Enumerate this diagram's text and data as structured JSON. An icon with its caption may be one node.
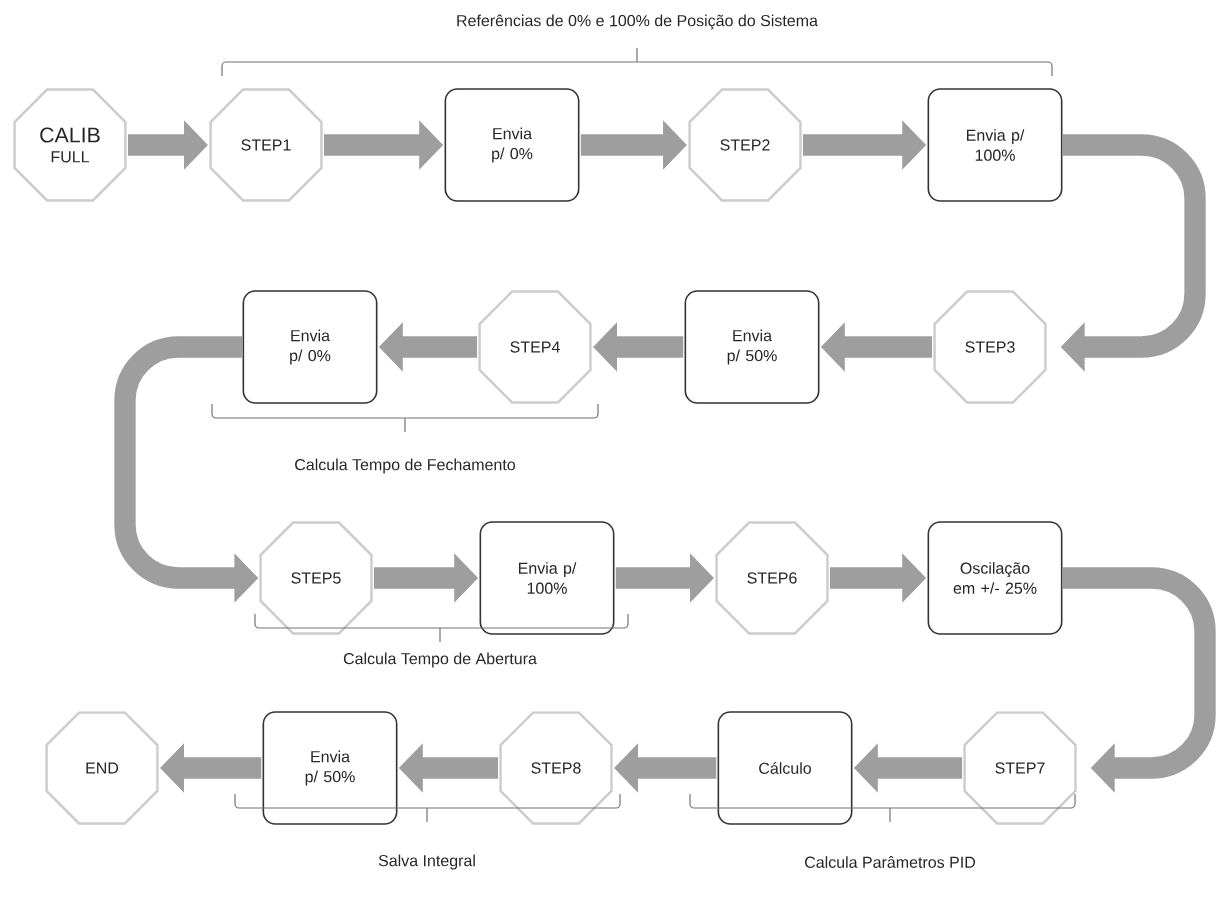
{
  "diagram": {
    "nodes": [
      {
        "text": [
          "CALIB",
          "FULL"
        ]
      },
      {
        "text": [
          "STEP1"
        ]
      },
      {
        "text": [
          "Envia p/ 0%"
        ]
      },
      {
        "text": [
          "STEP2"
        ]
      },
      {
        "text": [
          "Envia p/ 100%"
        ]
      },
      {
        "text": [
          "STEP3"
        ]
      },
      {
        "text": [
          "Envia p/ 50%"
        ]
      },
      {
        "text": [
          "STEP4"
        ]
      },
      {
        "text": [
          "Envia p/ 0%"
        ]
      },
      {
        "text": [
          "STEP5"
        ]
      },
      {
        "text": [
          "Envia p/ 100%"
        ]
      },
      {
        "text": [
          "STEP6"
        ]
      },
      {
        "text": [
          "Oscilação em +/- 25%"
        ]
      },
      {
        "text": [
          "STEP7"
        ]
      },
      {
        "text": [
          "Cálculo"
        ]
      },
      {
        "text": [
          "STEP8"
        ]
      },
      {
        "text": [
          "Envia p/ 50%"
        ]
      },
      {
        "text": [
          "END"
        ]
      }
    ],
    "edges": [
      {
        "from": 0,
        "to": 1,
        "arrow": "to"
      },
      {
        "from": 1,
        "to": 2,
        "arrow": "to"
      },
      {
        "from": 2,
        "to": 3,
        "arrow": "to"
      },
      {
        "from": 3,
        "to": 4,
        "arrow": "to"
      },
      {
        "from": 4,
        "to": 5,
        "arrow": "to"
      },
      {
        "from": 5,
        "to": 6,
        "arrow": "to"
      },
      {
        "from": 6,
        "to": 7,
        "arrow": "to"
      },
      {
        "from": 7,
        "to": 8,
        "arrow": "to"
      },
      {
        "from": 8,
        "to": 9,
        "arrow": "to"
      },
      {
        "from": 9,
        "to": 10,
        "arrow": "to"
      },
      {
        "from": 10,
        "to": 11,
        "arrow": "to"
      },
      {
        "from": 11,
        "to": 12,
        "arrow": "to"
      },
      {
        "from": 12,
        "to": 13,
        "arrow": "to"
      },
      {
        "from": 13,
        "to": 14,
        "arrow": "to"
      },
      {
        "from": 14,
        "to": 15,
        "arrow": "to"
      },
      {
        "from": 15,
        "to": 16,
        "arrow": "to"
      },
      {
        "from": 16,
        "to": 17,
        "arrow": "to"
      }
    ],
    "labels": [
      "Referências de 0% e 100% de Posição do Sistema",
      "Calcula Tempo de Fechamento",
      "Calcula Tempo de Abertura",
      "Salva Integral",
      "Calcula Parâmetros PID"
    ]
  }
}
